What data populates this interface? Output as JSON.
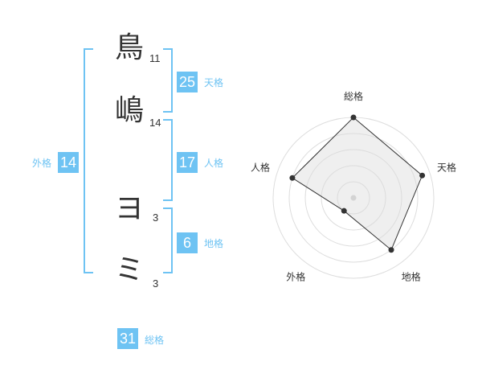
{
  "name_chars": [
    {
      "char": "鳥",
      "strokes": "11"
    },
    {
      "char": "嶋",
      "strokes": "14"
    },
    {
      "char": "ヨ",
      "strokes": "3"
    },
    {
      "char": "ミ",
      "strokes": "3"
    }
  ],
  "kakusu": {
    "tenkaku": {
      "value": "25",
      "label": "天格"
    },
    "jinkaku": {
      "value": "17",
      "label": "人格"
    },
    "chikaku": {
      "value": "6",
      "label": "地格"
    },
    "gaikaku": {
      "value": "14",
      "label": "外格"
    },
    "soukaku": {
      "value": "31",
      "label": "総格"
    }
  },
  "radar": {
    "axes": [
      "総格",
      "天格",
      "地格",
      "外格",
      "人格"
    ],
    "levels": 5,
    "values": [
      5,
      4.5,
      4,
      1,
      4
    ],
    "accent_color": "#6ec3f3",
    "fill_color": "#efefef"
  }
}
